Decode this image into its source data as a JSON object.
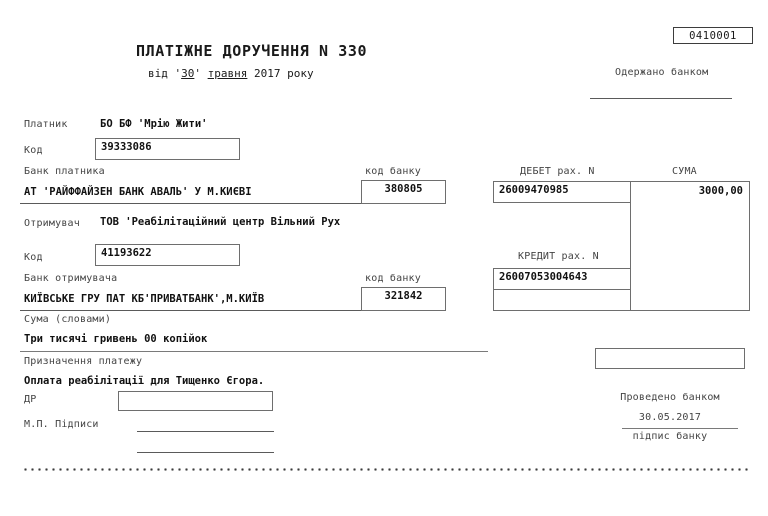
{
  "document": {
    "form_code": "0410001",
    "title": "ПЛАТІЖНЕ ДОРУЧЕННЯ N 330",
    "date_line": {
      "prefix": "від '",
      "day": "30",
      "quote": "'",
      "month": "травня",
      "year_suffix": "2017 року"
    },
    "received_by_bank_label": "Одержано банком"
  },
  "payer": {
    "label": "Платник",
    "name": "БО БФ 'Мрію Жити'",
    "code_label": "Код",
    "code": "39333086",
    "bank_label": "Банк платника",
    "bank_name": "АТ 'РАЙФФАЙЗЕН БАНК АВАЛЬ' У М.КИЄВІ",
    "bank_code_label": "код банку",
    "bank_code": "380805"
  },
  "recipient": {
    "label": "Отримувач",
    "name": "ТОВ 'Реабілітаційний центр Вільний Рух",
    "code_label": "Код",
    "code": "41193622",
    "bank_label": "Банк отримувача",
    "bank_name": "КИЇВСЬКЕ ГРУ ПАТ КБ'ПРИВАТБАНК',М.КИЇВ",
    "bank_code_label": "код банку",
    "bank_code": "321842"
  },
  "accounts": {
    "debit_label": "ДЕБЕТ рах. N",
    "debit_account": "26009470985",
    "credit_label": "КРЕДИТ рах. N",
    "credit_account": "26007053004643",
    "extra_account": "",
    "sum_label": "СУМА",
    "sum_value": "3000,00"
  },
  "amount": {
    "words_label": "Сума (словами)",
    "words_value": "Три тисячі гривень 00 копійок"
  },
  "purpose": {
    "label": "Призначення платежу",
    "value": "Оплата реабілітації для Тищенко Єгора."
  },
  "footer": {
    "dr_label": "ДР",
    "dr_value": "",
    "stamp_label": "М.П.  Підписи",
    "signature_line_1": "",
    "signature_line_2": "",
    "processed_box_value": "",
    "processed_label": "Проведено банком",
    "processed_date": "30.05.2017",
    "bank_signature_label": "підпис банку"
  }
}
